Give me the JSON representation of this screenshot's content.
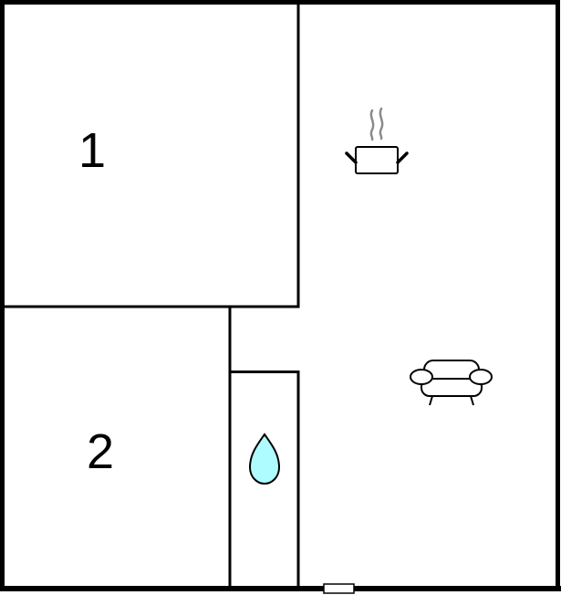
{
  "floorplan": {
    "rooms": [
      {
        "id": "bedroom-1",
        "label": "1"
      },
      {
        "id": "bedroom-2",
        "label": "2"
      },
      {
        "id": "bathroom",
        "label": "",
        "icon": "water-drop-icon"
      },
      {
        "id": "living-kitchen",
        "label": "",
        "icons": [
          "cooking-pot-icon",
          "sofa-icon"
        ]
      }
    ],
    "entrance": {
      "icon": "door-icon"
    },
    "colors": {
      "wall": "#000000",
      "background": "#ffffff",
      "water_drop": "#aefcff",
      "steam": "#8a8a8a"
    }
  }
}
